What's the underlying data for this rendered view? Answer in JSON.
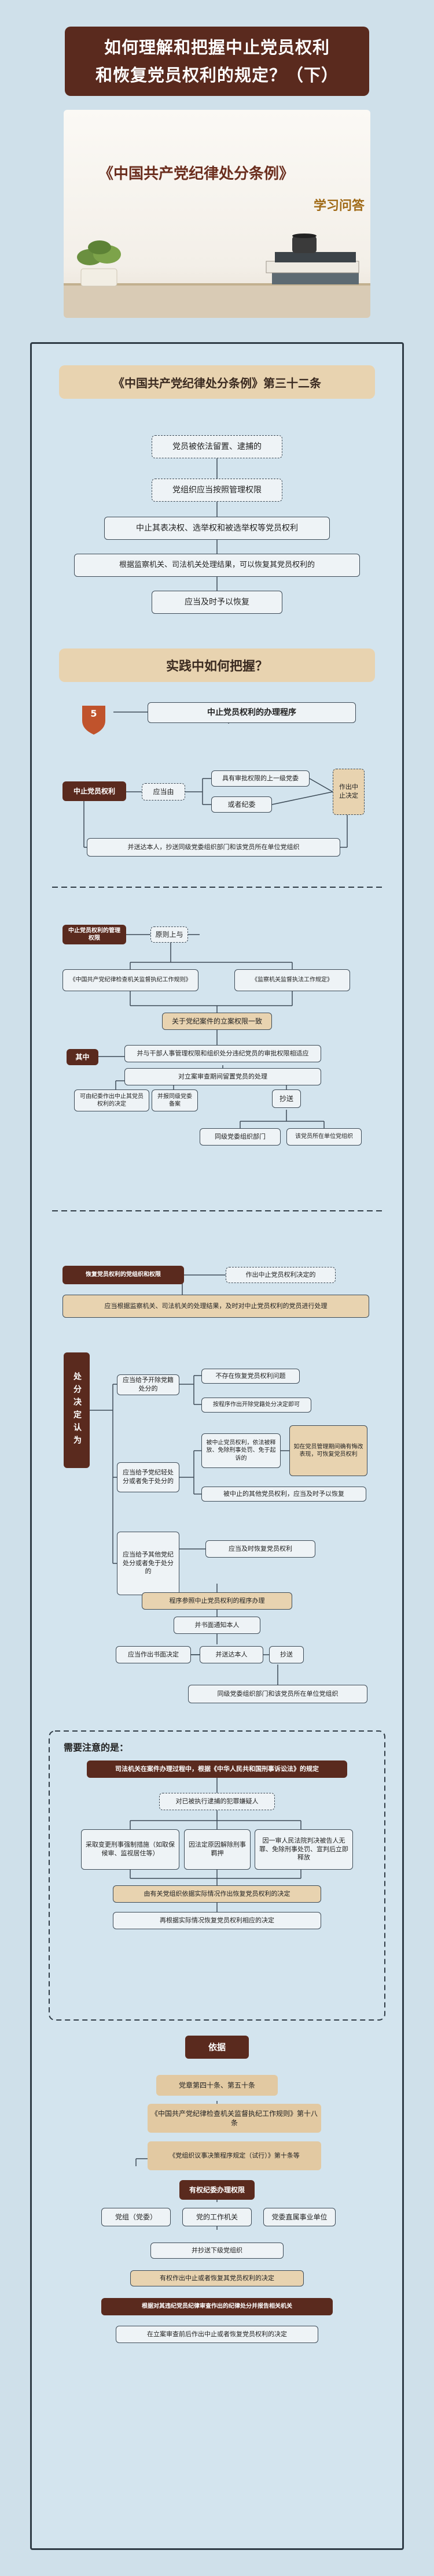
{
  "title": {
    "line1": "如何理解和把握中止党员权利",
    "line2": "和恢复党员权利的规定？（下）"
  },
  "hero": {
    "book": "《中国共产党纪律处分条例》",
    "sub": "学习问答"
  },
  "section1": {
    "header": "《中国共产党纪律处分条例》第三十二条",
    "boxes": [
      "党员被依法留置、逮捕的",
      "党组织应当按照管理权限",
      "中止其表决权、选举权和被选举权等党员权利",
      "根据监察机关、司法机关处理结果，可以恢复其党员权利的",
      "应当及时予以恢复"
    ]
  },
  "section2": {
    "header": "实践中如何把握？",
    "badge": "5",
    "procedure_title": "中止党员权利的办理程序",
    "p1": {
      "label": "中止党员权利",
      "when": "应当由",
      "opt1": "具有审批权限的上一级党委",
      "opt2": "或者纪委",
      "decide": "作出中止决定",
      "notify": "并送达本人，抄送同级党委组织部门和该党员所在单位党组织"
    },
    "p2": {
      "label": "中止党员权利的管理权限",
      "principle": "原则上与",
      "left": "《中国共产党纪律检查机关监督执纪工作规则》",
      "right": "《监察机关监督执法工作规定》",
      "rule": "关于党纪案件的立案权限一致",
      "split": "并与干部人事管理权限和组织处分违纪党员的审批权限相适应",
      "label2": "其中",
      "mid": "对立案审查期间留置党员的处理",
      "c1": "可由纪委作出中止其党员权利的决定",
      "c2": "并报同级党委备案",
      "c3": "抄送",
      "c4": "同级党委组织部门",
      "c5": "该党员所在单位党组织"
    }
  },
  "section3": {
    "head_label": "恢复党员权利的党组织和权限",
    "head_right": "作出中止党员权利决定的",
    "line2": "应当根据监察机关、司法机关的处理结果，及时对中止党员权利的党员进行处理",
    "side_label": "处分决定认为",
    "a1": "应当给予开除党籍处分的",
    "a1r1": "不存在恢复党员权利问题",
    "a1r2": "按程序作出开除党籍处分决定即可",
    "a2": "应当给予党纪轻处分或者免于处分的",
    "a2r1": "被中止党员权利，依法被释放、免除刑事处罚、免于起诉的",
    "a2r2": "如在党员管理期间确有悔改表现，可恢复党员权利",
    "a2r3": "被中止的其他党员权利，应当及时予以恢复",
    "a3": "应当给予其他党纪处分或者免于处分的",
    "a3r": "应当及时恢复党员权利",
    "proc_label": "程序参照中止党员权利的程序办理",
    "proc2": "并书面通知本人",
    "proc3": "应当作出书面决定",
    "proc4": "并送达本人",
    "proc5": "抄送",
    "proc6": "同级党委组织部门和该党员所在单位党组织"
  },
  "section4": {
    "header": "需要注意的是：",
    "top": "司法机关在案件办理过程中，根据《中华人民共和国刑事诉讼法》的规定",
    "mid": "对已被执行逮捕的犯罪嫌疑人",
    "c1": "采取变更刑事强制措施（如取保候审、监视居住等）",
    "c2": "因法定原因解除刑事羁押",
    "c3": "因一审人民法院判决被告人无罪、免除刑事处罚、宣判后立即释放",
    "b1": "由有关党组织依据实际情况作出恢复党员权利的决定",
    "b2": "再根据实际情况恢复党员权利相应的决定"
  },
  "section5": {
    "header": "依据",
    "i1": "党章第四十条、第五十条",
    "i2": "《中国共产党纪律检查机关监督执纪工作规则》第十八条",
    "i3": "《党组织议事决策程序规定（试行）》第十条等",
    "label": "有权纪委办理权限",
    "x1": "党组（党委）",
    "x2": "党的工作机关",
    "x3": "党委直属事业单位",
    "flow1": "并抄送下级党组织",
    "flow2": "有权作出中止或者恢复其党员权利的决定",
    "flow3": "根据对其违纪党员纪律审查作出的纪律处分并报告相关机关",
    "flow4": "在立案审查前后作出中止或者恢复党员权利的决定"
  }
}
